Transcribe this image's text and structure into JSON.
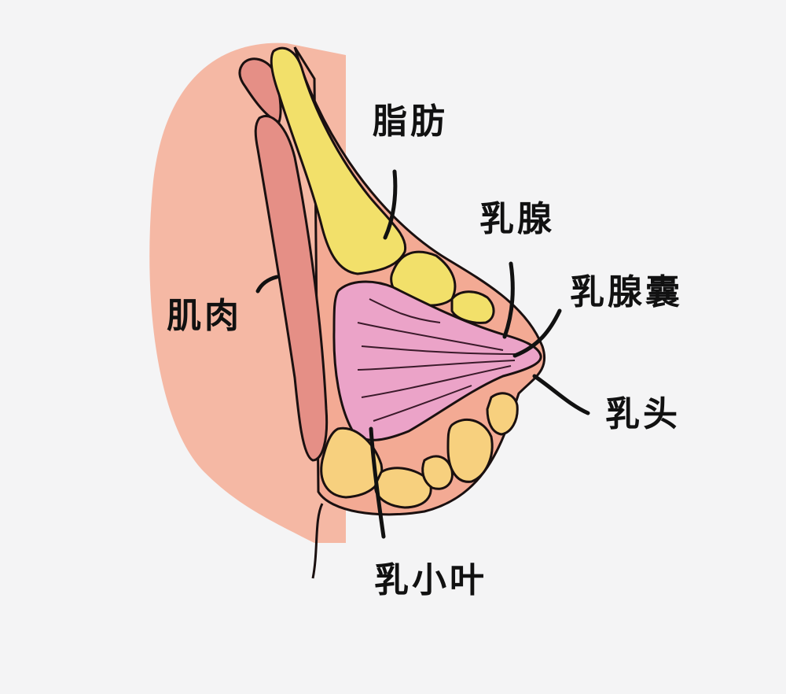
{
  "diagram": {
    "subject": "breast anatomy cross-section",
    "colors": {
      "background": "#f4f4f5",
      "body": "#f5b8a4",
      "muscle": "#e58f86",
      "fat_yellow": "#f2e06a",
      "fat_lower": "#f7d07e",
      "gland_pink": "#eba3c8",
      "outline": "#1a1010",
      "label_text": "#111111"
    },
    "labels": [
      {
        "id": "fat",
        "text": "脂肪"
      },
      {
        "id": "mammary-gland",
        "text": "乳腺"
      },
      {
        "id": "mammary-duct",
        "text": "乳腺囊"
      },
      {
        "id": "muscle",
        "text": "肌肉"
      },
      {
        "id": "nipple",
        "text": "乳头"
      },
      {
        "id": "lobule",
        "text": "乳小叶"
      }
    ]
  }
}
